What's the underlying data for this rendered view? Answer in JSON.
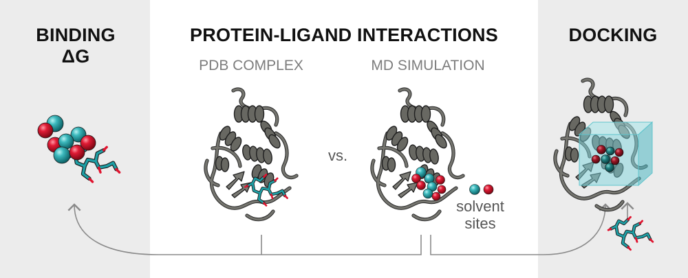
{
  "left_panel": {
    "title_line1": "BINDING",
    "title_line2": "ΔG"
  },
  "center_panel": {
    "title": "PROTEIN-LIGAND INTERACTIONS",
    "pdb_label": "PDB COMPLEX",
    "md_label": "MD SIMULATION",
    "versus": "vs.",
    "solvent_label_line1": "solvent",
    "solvent_label_line2": "sites"
  },
  "right_panel": {
    "title": "DOCKING"
  },
  "colors": {
    "side_panel_bg": "#ececec",
    "protein_ribbon": "#6b6b66",
    "ligand_teal": "#1e9aa0",
    "oxygen_red": "#d9152e",
    "box_cyan": "#7ed4dc",
    "arrow_gray": "#8a8a8a"
  }
}
